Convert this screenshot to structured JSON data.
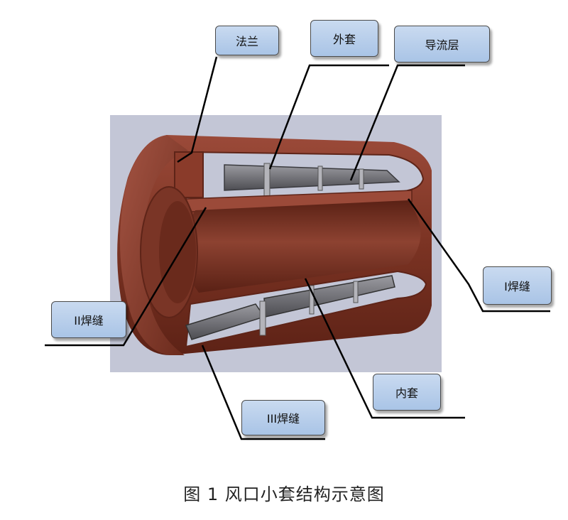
{
  "labels": {
    "flange": "法兰",
    "outer_sleeve": "外套",
    "guide_layer": "导流层",
    "weld_1": "I焊缝",
    "weld_2": "II焊缝",
    "weld_3": "III焊缝",
    "inner_sleeve": "内套"
  },
  "caption": "图 1  风口小套结构示意图",
  "colors": {
    "copper": "#8a3b2a",
    "copper_dark": "#5e2418",
    "copper_light": "#a9564a",
    "steel": "#6f6f73",
    "background_panel": "#c3c6d6",
    "label_fill": "#b7cdea"
  }
}
